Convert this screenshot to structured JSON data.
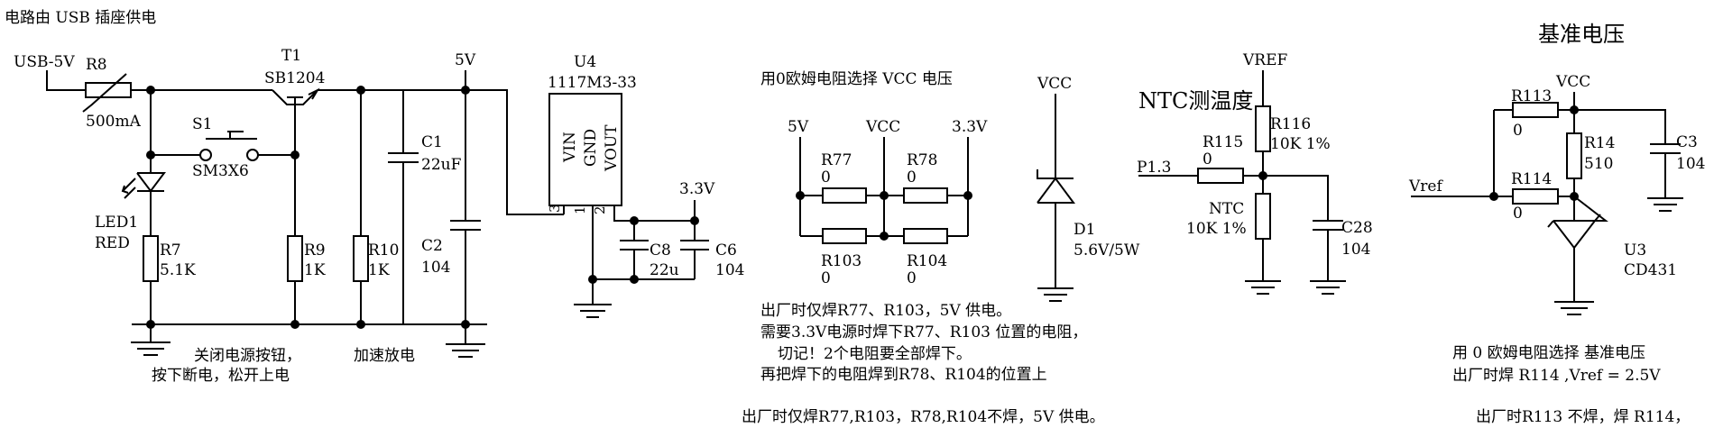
{
  "usb": {
    "title": "电路由 USB 插座供电",
    "usb5v": "USB-5V",
    "r8": "R8",
    "r8v": "500mA",
    "t1": "T1",
    "t1v": "SB1204",
    "s1": "S1",
    "s1v": "SM3X6",
    "led": "LED1",
    "ledv": "RED",
    "r7": "R7",
    "r7v": "5.1K",
    "r9": "R9",
    "r9v": "1K",
    "r10": "R10",
    "r10v": "1K",
    "c1": "C1",
    "c1v": "22uF",
    "c2": "C2",
    "c2v": "104",
    "net5v": "5V",
    "note1": "关闭电源按钮，",
    "note2": "按下断电，松开上电",
    "note3": "加速放电"
  },
  "reg": {
    "u4": "U4",
    "u4v": "1117M3-33",
    "vin": "VIN",
    "gnd": "GND",
    "vout": "VOUT",
    "p3": "3",
    "p1": "1",
    "p2": "2",
    "net33": "3.3V",
    "c8": "C8",
    "c8v": "22u",
    "c6": "C6",
    "c6v": "104"
  },
  "sel": {
    "title": "用0欧姆电阻选择 VCC 电压",
    "net5v": "5V",
    "netvcc": "VCC",
    "net33": "3.3V",
    "r77": "R77",
    "r77v": "0",
    "r78": "R78",
    "r78v": "0",
    "r103": "R103",
    "r103v": "0",
    "r104": "R104",
    "r104v": "0",
    "n1": "出厂时仅焊R77、R103，5V 供电。",
    "n2": "需要3.3V电源时焊下R77、R103 位置的电阻，",
    "n3": "切记！2个电阻要全部焊下。",
    "n4": "再把焊下的电阻焊到R78、R104的位置上",
    "n5": "出厂时仅焊R77,R103，R78,R104不焊，5V 供电。"
  },
  "zener": {
    "vcc": "VCC",
    "d1": "D1",
    "d1v": "5.6V/5W"
  },
  "ntc": {
    "title": "NTC测温度",
    "vref": "VREF",
    "p13": "P1.3",
    "r115": "R115",
    "r115v": "0",
    "r116": "R116",
    "r116v": "10K 1%",
    "ntc": "NTC",
    "ntcv": "10K 1%",
    "c28": "C28",
    "c28v": "104"
  },
  "ref": {
    "title": "基准电压",
    "vcc": "VCC",
    "vref": "Vref",
    "r113": "R113",
    "r113v": "0",
    "r114": "R114",
    "r114v": "0",
    "r14": "R14",
    "r14v": "510",
    "c3": "C3",
    "c3v": "104",
    "u3": "U3",
    "u3v": "CD431",
    "n1": "用 0 欧姆电阻选择 基准电压",
    "n2": "出厂时焊 R114 ,Vref = 2.5V",
    "n3": "出厂时R113 不焊，焊 R114，"
  }
}
